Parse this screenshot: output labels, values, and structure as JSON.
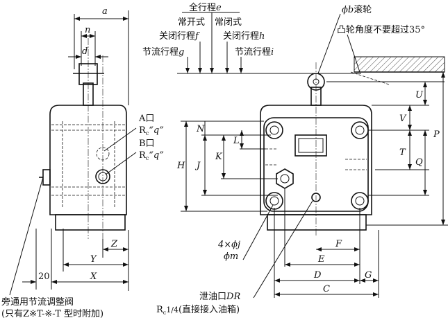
{
  "figure": {
    "stroke_color": "#111111",
    "top_labels": {
      "full_stroke": "全行程",
      "full_stroke_var": "e",
      "normally_open": "常开式",
      "normally_closed": "常闭式",
      "close_stroke_f": "关闭行程",
      "f": "f",
      "close_stroke_h": "关闭行程",
      "h": "h",
      "throttle_stroke_g": "节流行程",
      "g": "g",
      "throttle_stroke_i": "节流行程",
      "i": "i"
    },
    "roller": {
      "label_phi": "ϕb",
      "label": "滚轮",
      "cam_note": "凸轮角度不要超过35°"
    },
    "ports": {
      "a_port": "A口",
      "b_port": "B口",
      "rc": "R",
      "rc_sub": "c",
      "q": "“q”"
    },
    "left_dims": {
      "a": "a",
      "n": "n",
      "d": "d",
      "z": "Z",
      "y": "Y",
      "x": "X",
      "twenty": "20"
    },
    "center_dims": {
      "h": "H",
      "j": "J",
      "k": "K",
      "n": "N",
      "l": "L"
    },
    "right_dims": {
      "u": "U",
      "v": "V",
      "t": "T",
      "q": "Q",
      "p": "P"
    },
    "bottom_dims": {
      "f": "F",
      "e": "E",
      "d": "D",
      "g": "G",
      "c": "C"
    },
    "holes": {
      "line1": "4×ϕj",
      "line2": "ϕm"
    },
    "drain": {
      "label": "泄油口",
      "var": "DR",
      "line2": "R",
      "sub": "c",
      "frac": "1/4",
      "note": "(直接接入油箱)"
    },
    "bypass": {
      "line1": "旁通用节流调整阀",
      "line2": "(只有Z※T-※-T 型时附加)"
    }
  }
}
